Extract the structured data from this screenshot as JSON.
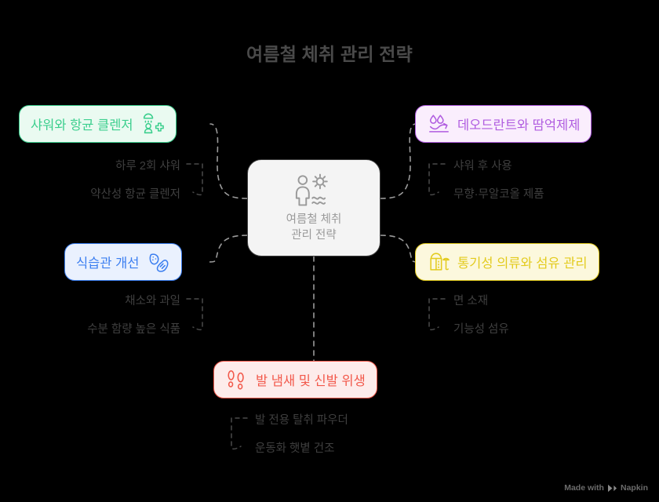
{
  "title": "여름철 체취 관리 전략",
  "center": {
    "label": "여름철 체취\n관리 전략",
    "icon": "person-sun-waves-icon",
    "bg": "#f4f4f4",
    "border": "#3c3c3c",
    "text_color": "#9a9a9a"
  },
  "branches": [
    {
      "id": "shower",
      "label": "샤워와 항균 클렌저",
      "icon": "shower-person-plus-icon",
      "color": "#3ccf8e",
      "bg": "#eafaf1",
      "border": "#3ccf8e",
      "sub_items": [
        "하루 2회 샤워",
        "약산성 항균 클렌저"
      ]
    },
    {
      "id": "diet",
      "label": "식습관 개선",
      "icon": "vegetable-spice-icon",
      "color": "#3b7ef0",
      "bg": "#eaf1fe",
      "border": "#3b7ef0",
      "sub_items": [
        "채소와 과일",
        "수분 함량 높은 식품"
      ]
    },
    {
      "id": "deodorant",
      "label": "데오드란트와 땀억제제",
      "icon": "droplets-arrow-icon",
      "color": "#b05ce0",
      "bg": "#faeefd",
      "border": "#b05ce0",
      "sub_items": [
        "샤워 후 사용",
        "무향·무알코올 제품"
      ]
    },
    {
      "id": "clothing",
      "label": "통기성 의류와 섬유 관리",
      "icon": "shirt-umbrella-icon",
      "color": "#e3cb1e",
      "bg": "#fcf8dd",
      "border": "#e3cb1e",
      "sub_items": [
        "면 소재",
        "기능성 섬유"
      ]
    },
    {
      "id": "foot",
      "label": "발 냄새 및 신발 위생",
      "icon": "footprints-icon",
      "color": "#f2594b",
      "bg": "#fdeceb",
      "border": "#f2594b",
      "sub_items": [
        "발 전용 탈취 파우더",
        "운동화 햇볕 건조"
      ]
    }
  ],
  "watermark": {
    "text": "Made with",
    "brand": "Napkin"
  },
  "style": {
    "background": "#000000",
    "connector_color": "#9a9a9a",
    "title_color": "#4a4a4a",
    "sub_text_color": "#3f3f3f"
  }
}
